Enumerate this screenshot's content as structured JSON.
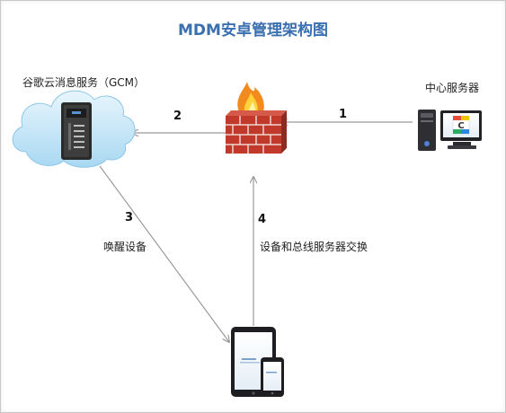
{
  "title": "MDM安卓管理架构图",
  "nodes": {
    "gcm": {
      "label": "谷歌云消息服务（GCM）"
    },
    "firewall": {
      "label": ""
    },
    "server": {
      "label": "中心服务器",
      "screen_glyph": "C"
    },
    "device": {
      "label": ""
    }
  },
  "edges": {
    "e1": {
      "number": "1",
      "label": ""
    },
    "e2": {
      "number": "2",
      "label": ""
    },
    "e3": {
      "number": "3",
      "label": "唤醒设备"
    },
    "e4": {
      "number": "4",
      "label": "设备和总线服务器交换"
    }
  },
  "colors": {
    "title": "#3a6fb0",
    "cloud": "#bfe3f7",
    "firewall": "#c0392b",
    "arrow": "#9a9a9a"
  }
}
